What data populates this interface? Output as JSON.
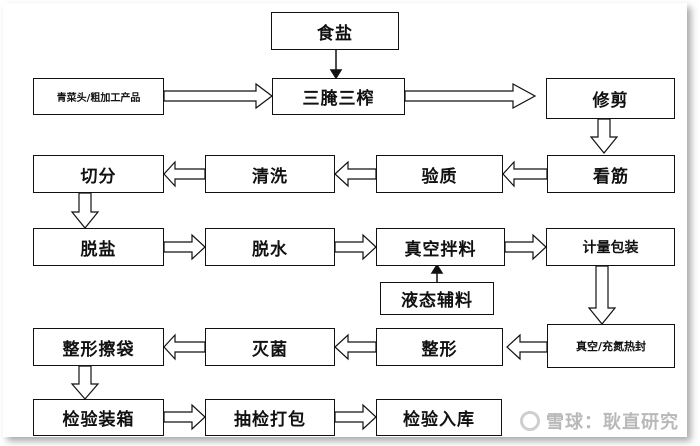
{
  "nodes": {
    "salt": "食盐",
    "raw_material": "青菜头/粗加工产品",
    "salting_pressing": "三腌三榨",
    "trimming": "修剪",
    "inspect_tendons": "看筋",
    "quality_check": "验质",
    "washing": "清洗",
    "cutting": "切分",
    "desalting": "脱盐",
    "dewatering": "脱水",
    "vacuum_mixing": "真空拌料",
    "weighing_packing": "计量包装",
    "liquid_ingredients": "液态辅料",
    "vacuum_nitrogen_seal": "真空/充氮热封",
    "shaping": "整形",
    "sterilization": "灭菌",
    "shaping_wiping": "整形擦袋",
    "inspect_boxing": "检验装箱",
    "sample_packing": "抽检打包",
    "inspect_storage": "检验入库"
  },
  "watermark": "雪球：耿直研究"
}
